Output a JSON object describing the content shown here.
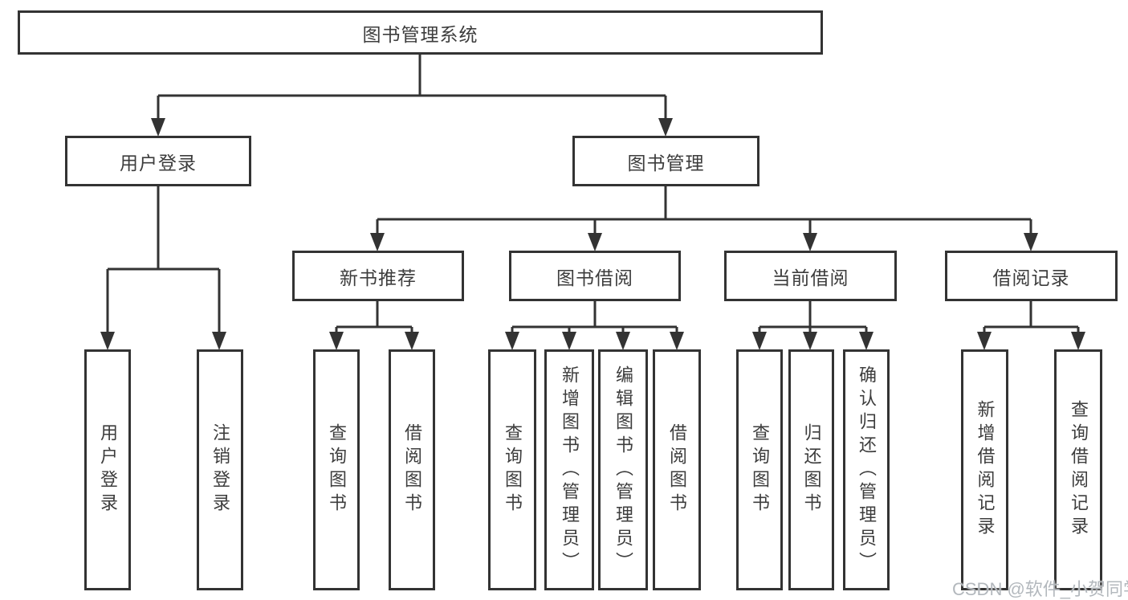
{
  "theme": {
    "bg": "#ffffff",
    "line-color": "#333333",
    "box-border": "#333333",
    "box-fill": "#ffffff",
    "text-color": "#3d3d3d",
    "watermark-color": "#b3b8bd"
  },
  "tree": {
    "root": {
      "label": "图书管理系统"
    },
    "branches": [
      {
        "label": "用户登录",
        "children": [
          {
            "label": "用户登录"
          },
          {
            "label": "注销登录"
          }
        ]
      },
      {
        "label": "图书管理",
        "children": [
          {
            "label": "新书推荐",
            "children": [
              {
                "label": "查询图书"
              },
              {
                "label": "借阅图书"
              }
            ]
          },
          {
            "label": "图书借阅",
            "children": [
              {
                "label": "查询图书"
              },
              {
                "label": "新增图书（管理员）"
              },
              {
                "label": "编辑图书（管理员）"
              },
              {
                "label": "借阅图书"
              }
            ]
          },
          {
            "label": "当前借阅",
            "children": [
              {
                "label": "查询图书"
              },
              {
                "label": "归还图书"
              },
              {
                "label": "确认归还（管理员）"
              }
            ]
          },
          {
            "label": "借阅记录",
            "children": [
              {
                "label": "新增借阅记录"
              },
              {
                "label": "查询借阅记录"
              }
            ]
          }
        ]
      }
    ]
  },
  "watermark": {
    "text": "CSDN @软件_小贺同学"
  }
}
